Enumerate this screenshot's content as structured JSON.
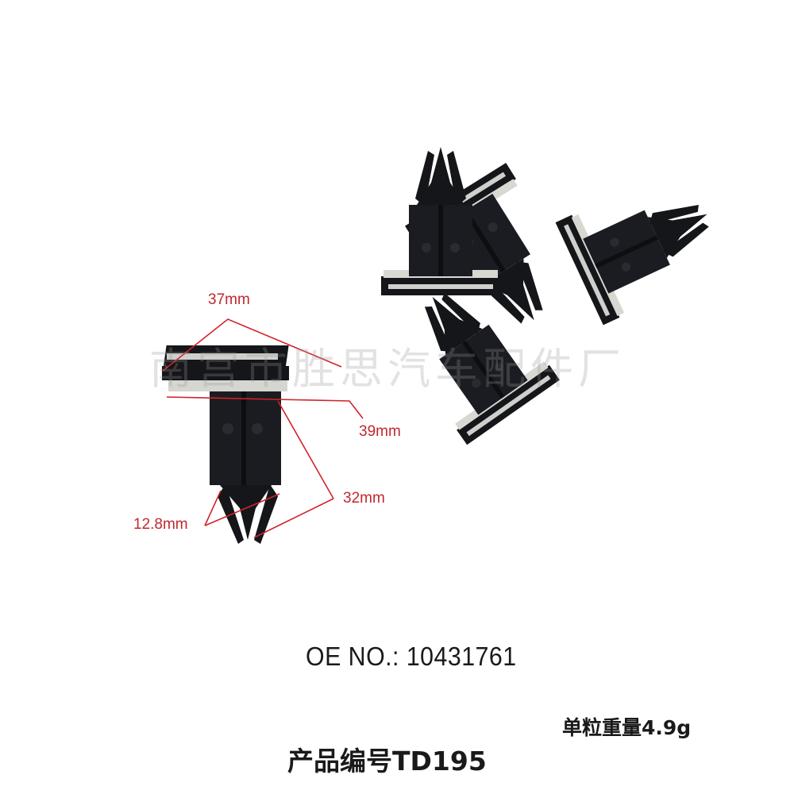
{
  "image": {
    "description": "Product photo of black plastic automotive trim push-pin clips with dimension annotations",
    "watermark": "南宫市胜思汽车配件厂"
  },
  "dimensions": {
    "width_top": "37mm",
    "width_base": "39mm",
    "height": "32mm",
    "pin_width": "12.8mm"
  },
  "annotation_color": "#c0282e",
  "oe_number": {
    "label": "OE NO.:",
    "value": "10431761",
    "full": "OE NO.:  10431761"
  },
  "weight": {
    "label": "单粒重量",
    "value": "4.9g",
    "full": "单粒重量4.9g"
  },
  "product_code": {
    "label": "产品编号",
    "value": "TD195",
    "full": "产品编号TD195"
  }
}
